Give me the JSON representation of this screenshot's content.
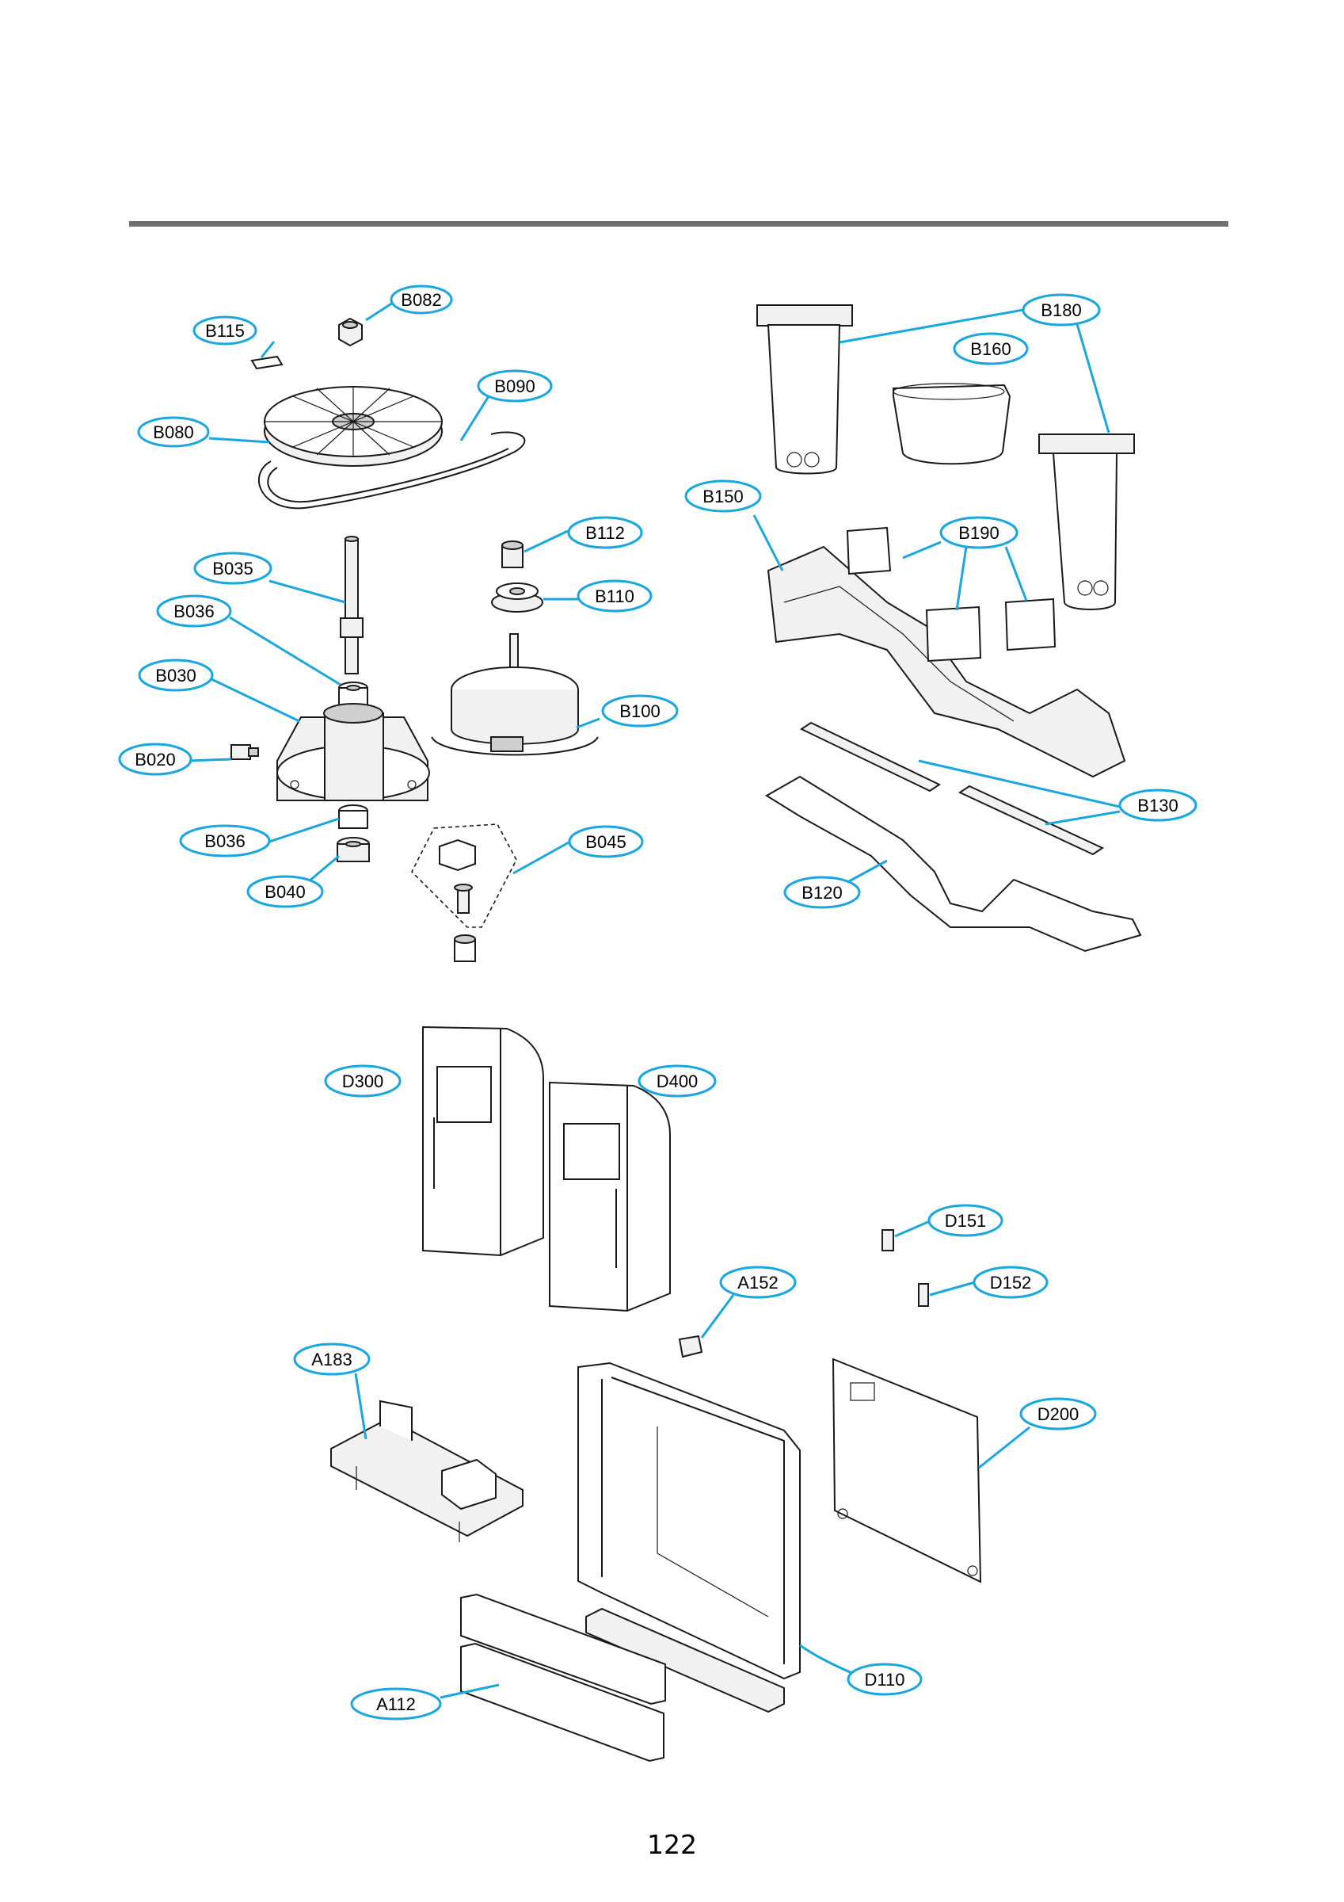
{
  "labels": {
    "B082": "B082",
    "B115": "B115",
    "B090": "B090",
    "B080": "B080",
    "B112": "B112",
    "B035": "B035",
    "B110": "B110",
    "B036_top": "B036",
    "B030": "B030",
    "B100": "B100",
    "B020": "B020",
    "B036_bottom": "B036",
    "B045": "B045",
    "B040": "B040",
    "B180": "B180",
    "B160": "B160",
    "B150": "B150",
    "B190": "B190",
    "B130": "B130",
    "B120": "B120",
    "D300": "D300",
    "D400": "D400",
    "D151": "D151",
    "A152": "A152",
    "D152": "D152",
    "A183": "A183",
    "D200": "D200",
    "D110": "D110",
    "A112": "A112"
  },
  "page_number": "122",
  "colors": {
    "callout": "#1aa7df",
    "rule": "#6f6f6f",
    "line_art": "#1a1a1a"
  }
}
